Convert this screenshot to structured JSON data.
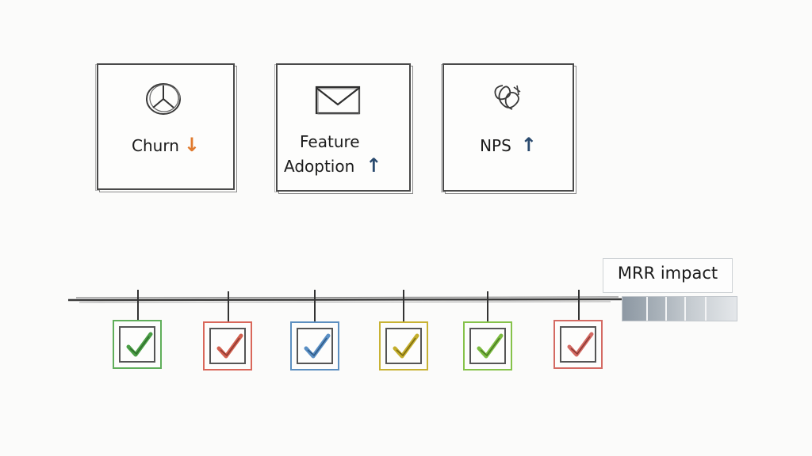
{
  "cards": [
    {
      "label": "Churn",
      "arrow": "↓",
      "arrow_color": "#e07a2e",
      "icon": "pie-chart-icon"
    },
    {
      "label_line1": "Feature",
      "label_line2": "Adoption",
      "arrow": "↑",
      "arrow_color": "#2a4a6e",
      "icon": "envelope-icon"
    },
    {
      "label": "NPS",
      "arrow": "↑",
      "arrow_color": "#2a4a6e",
      "icon": "scribble-icon"
    }
  ],
  "checks": [
    {
      "color": "#5fae5a"
    },
    {
      "color": "#d9675a"
    },
    {
      "color": "#5c8fc0"
    },
    {
      "color": "#c8b233"
    },
    {
      "color": "#86c24a"
    },
    {
      "color": "#d46a63"
    }
  ],
  "mrr": {
    "label": "MRR impact"
  }
}
